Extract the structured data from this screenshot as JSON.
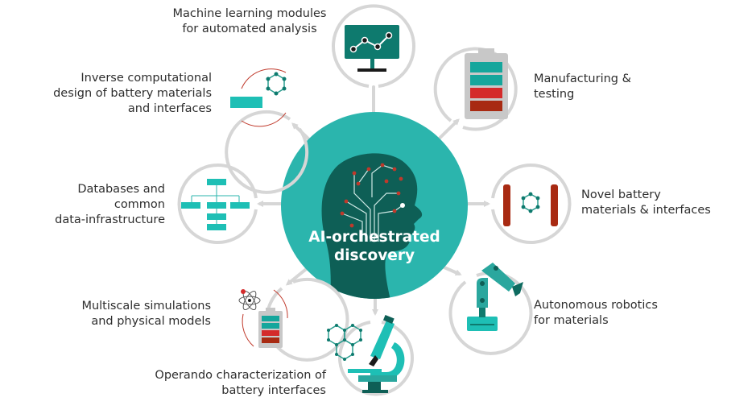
{
  "center": {
    "title": "AI-orchestrated\ndiscovery",
    "icon": "brain-circuit-head-icon"
  },
  "nodes": [
    {
      "id": "ml",
      "label": "Machine learning modules\nfor automated analysis",
      "icon": "monitor-line-chart-icon"
    },
    {
      "id": "manufacturing",
      "label": "Manufacturing &\ntesting",
      "icon": "battery-icon"
    },
    {
      "id": "novel",
      "label": "Novel battery\nmaterials & interfaces",
      "icon": "electrode-molecule-icon"
    },
    {
      "id": "robotics",
      "label": "Autonomous robotics\nfor materials",
      "icon": "robot-arm-icon"
    },
    {
      "id": "operando",
      "label": "Operando characterization of\nbattery interfaces",
      "icon": "microscope-icon"
    },
    {
      "id": "multiscale",
      "label": "Multiscale simulations\nand physical models",
      "icon": "atom-battery-icon"
    },
    {
      "id": "databases",
      "label": "Databases and\ncommon\ndata-infrastructure",
      "icon": "hierarchy-tree-icon"
    },
    {
      "id": "inverse",
      "label": "Inverse computational\ndesign of battery materials\nand interfaces",
      "icon": "molecule-design-icon"
    }
  ],
  "colors": {
    "teal": "#2bb5ad",
    "dark_teal": "#0b6e63",
    "head": "#0e5f56",
    "ring": "#d6d6d6",
    "red": "#d42a2a",
    "dark_red": "#a82a12",
    "grey_battery": "#c8c8c8",
    "black": "#1a1a1a"
  }
}
